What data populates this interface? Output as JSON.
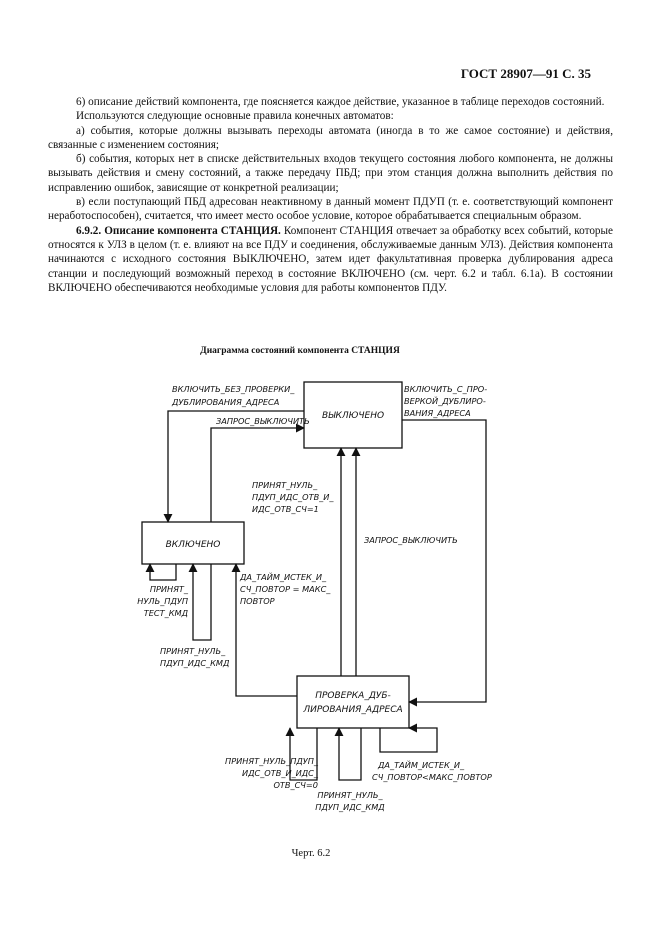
{
  "header": "ГОСТ 28907—91 С. 35",
  "paragraphs": {
    "p1": "6) описание действий компонента, где поясняется каждое действие, указанное в таблице переходов состояний.",
    "p2": "Используются следующие основные правила конечных автоматов:",
    "p3": "а) события, которые должны вызывать переходы автомата (иногда в то же самое состояние) и действия, связанные с изменением состояния;",
    "p4": "б) события, которых нет в списке действительных входов текущего состояния любого компонента, не должны вызывать действия и смену состояний, а также передачу ПБД; при этом станция должна выполнить действия по исправлению ошибок, зависящие от конкретной реализации;",
    "p5": "в) если поступающий ПБД адресован неактивному в данный момент ПДУП (т. е. соответствующий компонент неработоспособен), считается, что имеет место особое условие, которое обрабатывается специальным образом.",
    "p6_title": "6.9.2. Описание компонента СТАНЦИЯ.",
    "p6_body": "Компонент СТАНЦИЯ отвечает за обработку всех событий, которые относятся к УЛЗ в целом (т. е. влияют на все ПДУ и соединения, обслуживаемые данным УЛЗ). Действия компонента начинаются с исходного состояния ВЫКЛЮЧЕНО, затем идет факультативная проверка дублирования адреса станции и последующий возможный переход в состояние ВКЛЮЧЕНО (см. черт. 6.2 и табл. 6.1а). В состоянии ВКЛЮЧЕНО обеспечиваются необходимые условия для работы компонентов ПДУ."
  },
  "diagram": {
    "title": "Диаграмма состояний компонента СТАНЦИЯ",
    "states": {
      "off": "ВЫКЛЮЧЕНО",
      "on": "ВКЛЮЧЕНО",
      "check_1": "ПРОВЕРКА_ДУБ-",
      "check_2": "ЛИРОВАНИЯ_АДРЕСА"
    },
    "labels": {
      "on_no_check_1": "ВКЛЮЧИТЬ_БЕЗ_ПРОВЕРКИ_",
      "on_no_check_2": "ДУБЛИРОВАНИЯ_АДРЕСА",
      "on_check_1": "ВКЛЮЧИТЬ_С_ПРО-",
      "on_check_2": "ВЕРКОЙ_ДУБЛИРО-",
      "on_check_3": "ВАНИЯ_АДРЕСА",
      "req_off_top": "ЗАПРОС_ВЫКЛЮЧИТЬ",
      "recv_null_1": "ПРИНЯТ_НУЛЬ_",
      "recv_null_2": "ПДУП_ИДС_ОТВ_И_",
      "recv_null_3": "ИДС_ОТВ_СЧ=1",
      "req_off_right": "ЗАПРОС_ВЫКЛЮЧИТЬ",
      "on_loop1_1": "ПРИНЯТ_",
      "on_loop1_2": "НУЛЬ_ПДУП",
      "on_loop1_3": "ТЕСТ_КМД",
      "on_loop2_1": "ПРИНЯТ_НУЛЬ_",
      "on_loop2_2": "ПДУП_ИДС_КМД",
      "timeout_1": "ДА_ТАЙМ_ИСТЕК_И_",
      "timeout_2": "СЧ_ПОВТОР = МАКС_",
      "timeout_3": "ПОВТОР",
      "bl_1": "ПРИНЯТ_НУЛЬ_ПДУП_",
      "bl_2": "ИДС_ОТВ_И_ИДС_",
      "bl_3": "ОТВ_СЧ=0",
      "bm_1": "ПРИНЯТ_НУЛЬ_",
      "bm_2": "ПДУП_ИДС_КМД",
      "br_1": "ДА_ТАЙМ_ИСТЕК_И_",
      "br_2": "СЧ_ПОВТОР<МАКС_ПОВТОР"
    }
  },
  "caption": "Черт. 6.2"
}
